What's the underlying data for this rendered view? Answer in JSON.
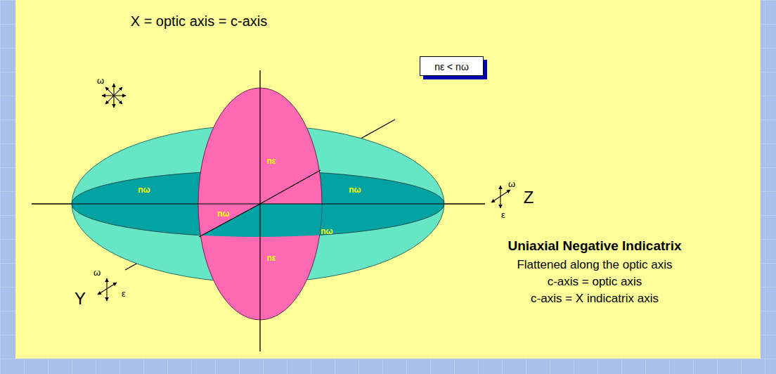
{
  "diagram": {
    "nodes": [
      {
        "text": [
          "nε < nω"
        ]
      }
    ],
    "labels": [
      "X = optic axis = c-axis",
      "ω",
      "nε",
      "nω",
      "nω",
      "nω",
      "nω",
      "nε",
      "ω",
      "ε",
      "Z",
      "Y",
      "ω",
      "ε",
      "Uniaxial Negative Indicatrix",
      "Flattened along the optic axis",
      "c-axis = optic axis",
      "c-axis = X indicatrix axis"
    ]
  }
}
